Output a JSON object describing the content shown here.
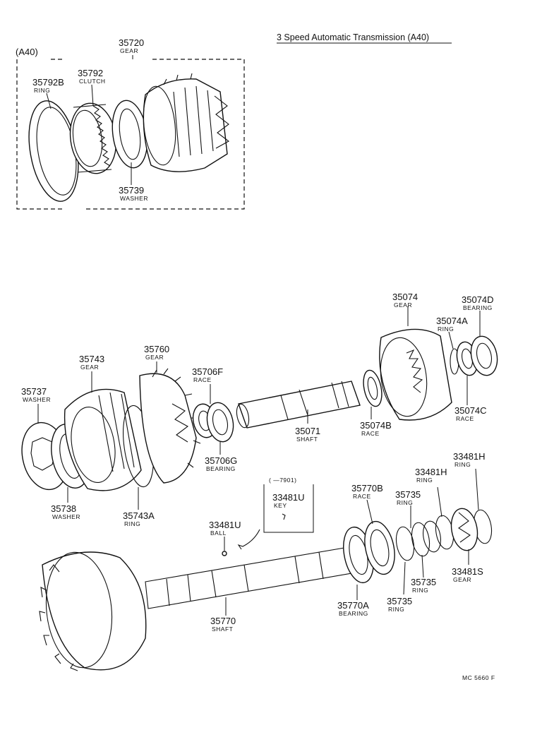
{
  "title": "3 Speed Automatic Transmission (A40)",
  "box_label": "(A40)",
  "sub_box_label": "(    —7901)",
  "footer_code": "MC 5660 F",
  "parts": [
    {
      "id": "p35720",
      "number": "35720",
      "name": "GEAR"
    },
    {
      "id": "p35792B",
      "number": "35792B",
      "name": "RING"
    },
    {
      "id": "p35792",
      "number": "35792",
      "name": "CLUTCH"
    },
    {
      "id": "p35739",
      "number": "35739",
      "name": "WASHER"
    },
    {
      "id": "p35074",
      "number": "35074",
      "name": "GEAR"
    },
    {
      "id": "p35074D",
      "number": "35074D",
      "name": "BEARING"
    },
    {
      "id": "p35074A",
      "number": "35074A",
      "name": "RING"
    },
    {
      "id": "p35074C",
      "number": "35074C",
      "name": "RACE"
    },
    {
      "id": "p35074B",
      "number": "35074B",
      "name": "RACE"
    },
    {
      "id": "p35071",
      "number": "35071",
      "name": "SHAFT"
    },
    {
      "id": "p35743",
      "number": "35743",
      "name": "GEAR"
    },
    {
      "id": "p35760",
      "number": "35760",
      "name": "GEAR"
    },
    {
      "id": "p35706F",
      "number": "35706F",
      "name": "RACE"
    },
    {
      "id": "p35706G",
      "number": "35706G",
      "name": "BEARING"
    },
    {
      "id": "p35737",
      "number": "35737",
      "name": "WASHER"
    },
    {
      "id": "p35738",
      "number": "35738",
      "name": "WASHER"
    },
    {
      "id": "p35743A",
      "number": "35743A",
      "name": "RING"
    },
    {
      "id": "p33481H_a",
      "number": "33481H",
      "name": "RING"
    },
    {
      "id": "p33481H_b",
      "number": "33481H",
      "name": "RING"
    },
    {
      "id": "p35770B",
      "number": "35770B",
      "name": "RACE"
    },
    {
      "id": "p35735_a",
      "number": "35735",
      "name": "RING"
    },
    {
      "id": "p33481U_key",
      "number": "33481U",
      "name": "KEY"
    },
    {
      "id": "p33481U_ball",
      "number": "33481U",
      "name": "BALL"
    },
    {
      "id": "p35735_b",
      "number": "35735",
      "name": "RING"
    },
    {
      "id": "p33481S",
      "number": "33481S",
      "name": "GEAR"
    },
    {
      "id": "p35735_c",
      "number": "35735",
      "name": "RING"
    },
    {
      "id": "p35770A",
      "number": "35770A",
      "name": "BEARING"
    },
    {
      "id": "p35770",
      "number": "35770",
      "name": "SHAFT"
    }
  ]
}
